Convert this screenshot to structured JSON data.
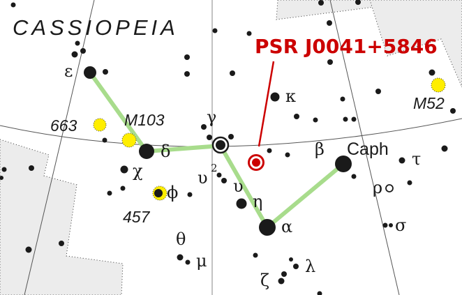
{
  "map": {
    "title": "CASSIOPEIA",
    "target_label": "PSR J0041+5846",
    "colors": {
      "background": "#ffffff",
      "outside_region": "#ececec",
      "stick_figure": "#a8dc8c",
      "star": "#1a1a1a",
      "cluster": "#ffee00",
      "target": "#cc0000",
      "grid_line": "#555555"
    },
    "greek_labels": {
      "epsilon": "ε",
      "gamma": "γ",
      "delta": "δ",
      "chi": "χ",
      "phi": "ϕ",
      "upsilon2": "υ",
      "upsilon2_sup": "2",
      "upsilon": "υ",
      "eta": "η",
      "alpha": "α",
      "kappa": "κ",
      "beta": "β",
      "tau": "τ",
      "rho": "ρ",
      "sigma": "σ",
      "theta": "θ",
      "mu": "μ",
      "zeta": "ζ",
      "lambda": "λ"
    },
    "named_labels": {
      "caph": "Caph"
    },
    "clusters": [
      {
        "name": "M103",
        "label": "M103"
      },
      {
        "name": "NGC 663",
        "label": "663"
      },
      {
        "name": "NGC 457",
        "label": "457"
      },
      {
        "name": "M52",
        "label": "M52"
      }
    ]
  }
}
